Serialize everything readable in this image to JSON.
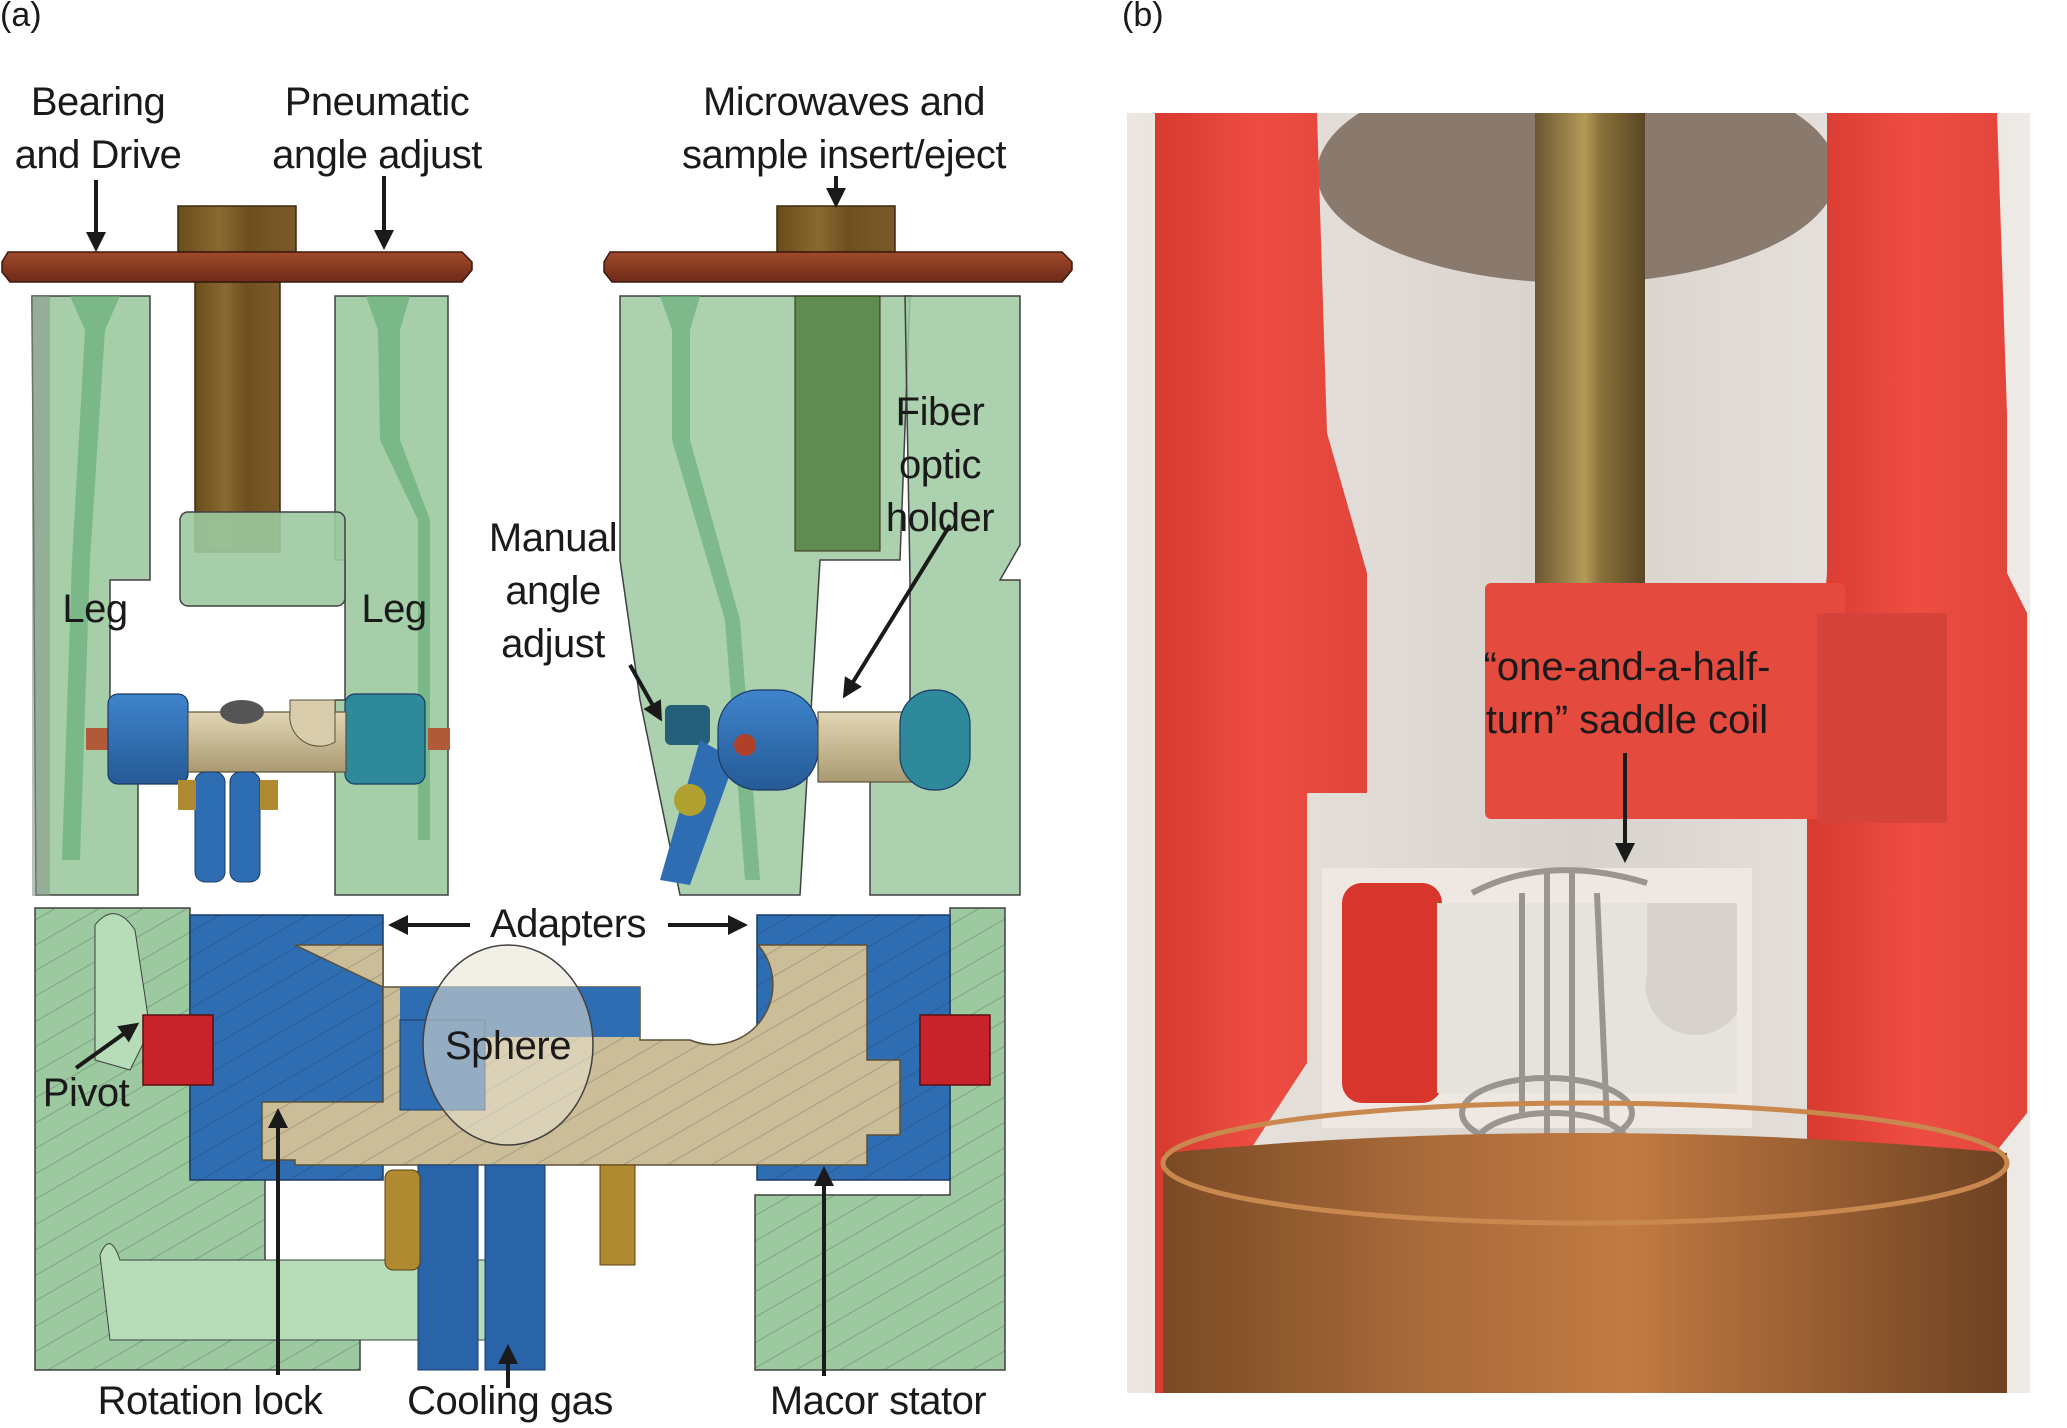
{
  "panels": {
    "a": {
      "tag": "(a)"
    },
    "b": {
      "tag": "(b)"
    }
  },
  "labels": {
    "bearing_drive": "Bearing\nand Drive",
    "pneumatic_angle": "Pneumatic\nangle adjust",
    "microwaves": "Microwaves and\nsample insert/eject",
    "fiber_optic": "Fiber\noptic\nholder",
    "manual_angle": "Manual\nangle\nadjust",
    "leg_left": "Leg",
    "leg_right": "Leg",
    "adapters": "Adapters",
    "sphere": "Sphere",
    "pivot": "Pivot",
    "rotation_lock": "Rotation lock",
    "cooling_gas": "Cooling gas",
    "macor_stator": "Macor stator",
    "saddle_coil": "“one-and-a-half-\nturn” saddle coil"
  },
  "colors": {
    "flange": "#8a3a22",
    "brass": "#7a5a26",
    "leg_green": "#9cc9a0",
    "leg_green_dark": "#6aaf7a",
    "adapter_blue": "#2f6db3",
    "macor": "#cbbd98",
    "pivot_red": "#c8232a",
    "printed_red": "#e8453c",
    "copper": "#a9643a"
  }
}
